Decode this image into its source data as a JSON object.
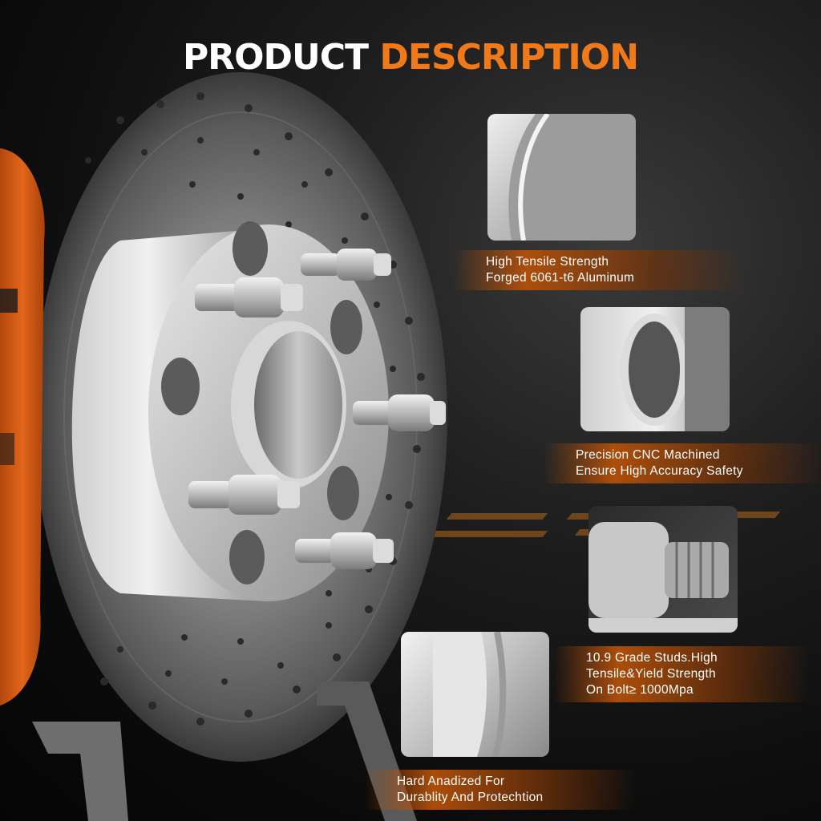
{
  "title": {
    "part1": "PRODUCT",
    "part2": "DESCRIPTION"
  },
  "features": [
    {
      "lines": [
        "High Tensile Strength",
        "Forged 6061-t6 Aluminum"
      ]
    },
    {
      "lines": [
        "Precision CNC Machined",
        "Ensure High Accuracy Safety"
      ]
    },
    {
      "lines": [
        "10.9 Grade Studs.High",
        "Tensile&Yield Strength",
        "On Bolt≥ 1000Mpa"
      ]
    },
    {
      "lines": [
        "Hard Anadized For",
        "Durablity And Protechtion"
      ]
    }
  ],
  "colors": {
    "accent": "#f07a1a",
    "caliper": "#e2661a",
    "text": "#ffffff"
  }
}
